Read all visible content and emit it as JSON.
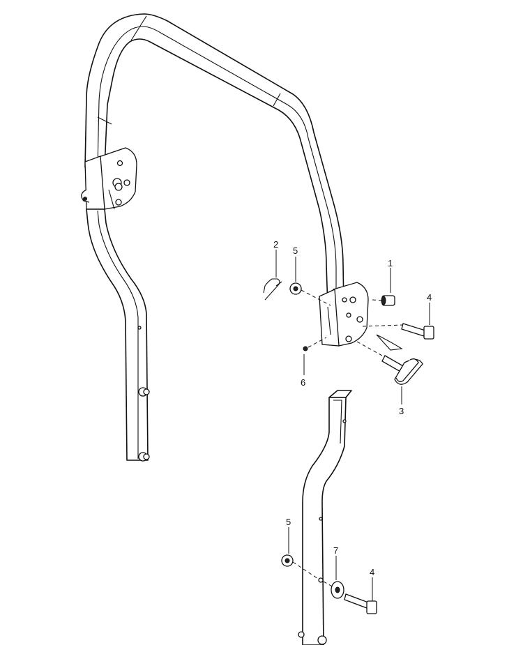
{
  "colors": {
    "line": "#111111",
    "background": "#ffffff"
  },
  "callouts": [
    {
      "id": "c1",
      "label": "1"
    },
    {
      "id": "c2",
      "label": "2"
    },
    {
      "id": "c3",
      "label": "3"
    },
    {
      "id": "c4a",
      "label": "4"
    },
    {
      "id": "c5a",
      "label": "5"
    },
    {
      "id": "c6",
      "label": "6"
    },
    {
      "id": "c5b",
      "label": "5"
    },
    {
      "id": "c7",
      "label": "7"
    },
    {
      "id": "c4b",
      "label": "4"
    }
  ]
}
